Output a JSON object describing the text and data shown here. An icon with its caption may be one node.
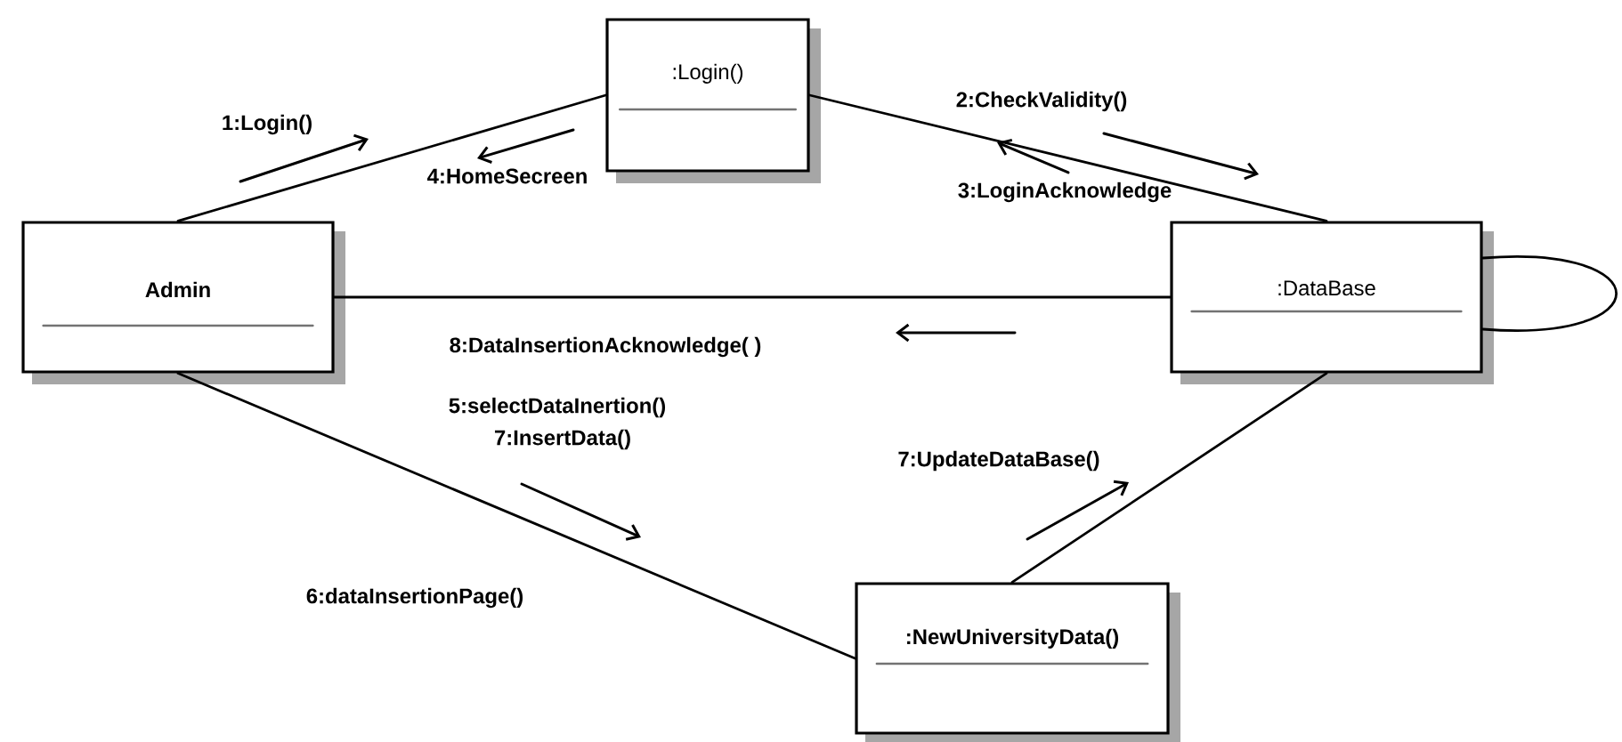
{
  "diagram": {
    "nodes": [
      {
        "text": [
          ":Login()"
        ]
      },
      {
        "text": [
          "Admin"
        ]
      },
      {
        "text": [
          ":DataBase"
        ]
      },
      {
        "text": [
          ":NewUniversityData()"
        ]
      }
    ],
    "edges": [
      {
        "from": 1,
        "to": 0,
        "arrow": "none"
      },
      {
        "from": 0,
        "to": 2,
        "arrow": "none"
      },
      {
        "from": 1,
        "to": 2,
        "arrow": "none"
      },
      {
        "from": 1,
        "to": 3,
        "arrow": "none"
      },
      {
        "from": 3,
        "to": 2,
        "arrow": "none"
      },
      {
        "from": 2,
        "to": 2,
        "arrow": "none"
      }
    ],
    "labels": [
      "1:Login()",
      "2:CheckValidity()",
      "4:HomeSecreen",
      "3:LoginAcknowledge",
      "8:DataInsertionAcknowledge( )",
      "5:selectDataInertion()",
      "7:InsertData()",
      "7:UpdateDataBase()",
      "6:dataInsertionPage()"
    ]
  }
}
